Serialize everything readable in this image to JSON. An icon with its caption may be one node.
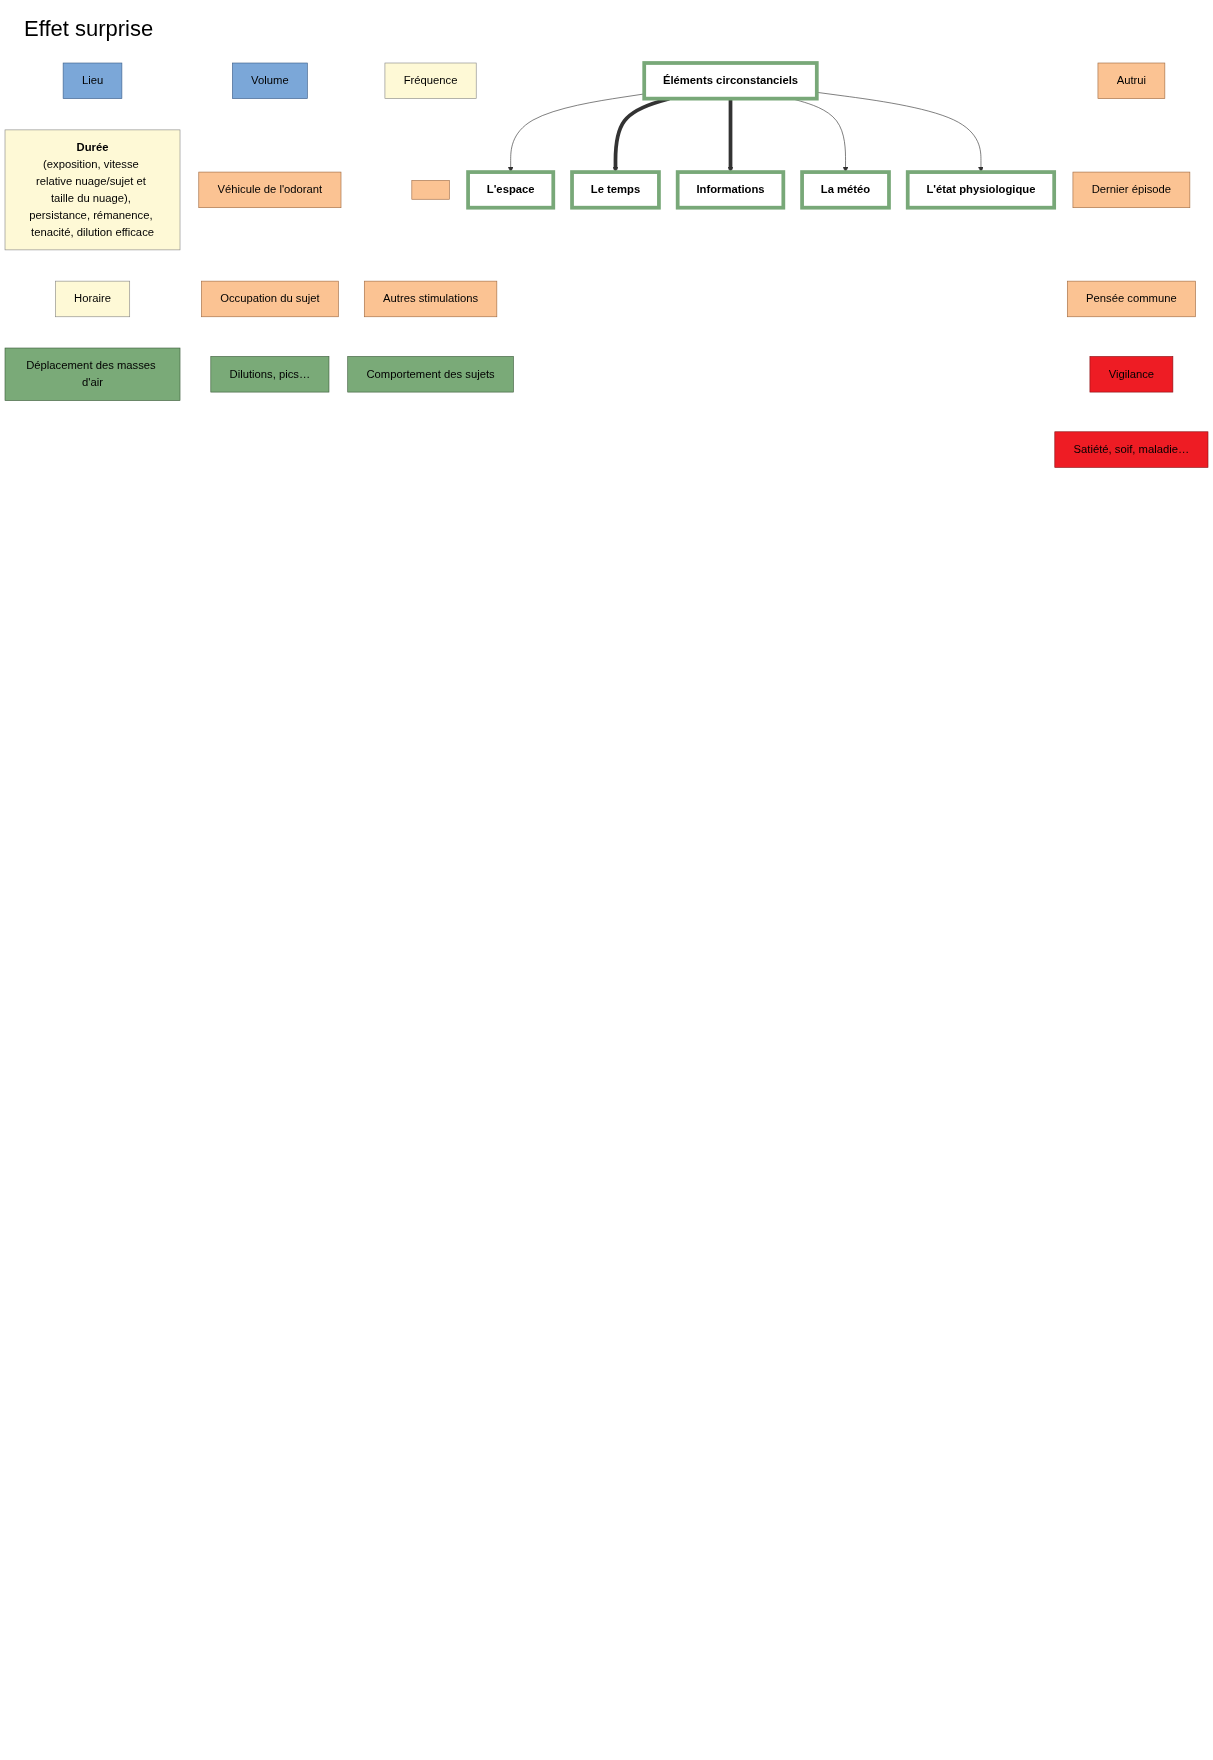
{
  "diagram": {
    "nodes": [
      {
        "text": [
          "Lieu"
        ]
      },
      {
        "text": [
          "Volume"
        ]
      },
      {
        "text": [
          "Durée",
          "(exposition, vitesse relative nuage/sujet et taille du nuage), persistance, rémanence, tenacité, dilution efficace"
        ]
      },
      {
        "text": [
          "L'espace"
        ]
      },
      {
        "text": [
          "Véhicule de l'odorant"
        ]
      },
      {
        "text": [
          "Horaire"
        ]
      },
      {
        "text": [
          "Fréquence"
        ]
      },
      {
        "text": [
          "Occupation du sujet"
        ]
      },
      {
        "text": [],
        "shape": "box"
      },
      {
        "text": [
          "Le temps"
        ]
      },
      {
        "text": [
          "Éléments circonstanciels"
        ]
      },
      {
        "text": [
          "Autres stimulations"
        ]
      },
      {
        "text": [
          "Autrui"
        ]
      },
      {
        "text": [
          "Informations"
        ]
      },
      {
        "text": [
          "Dernier épisode"
        ]
      },
      {
        "text": [
          "Déplacement des masses d'air"
        ]
      },
      {
        "text": [
          "Pensée commune"
        ]
      },
      {
        "text": [
          "Dilutions, pics…"
        ]
      },
      {
        "text": [
          "La météo"
        ]
      },
      {
        "text": [
          "L'état physiologique"
        ]
      },
      {
        "text": [
          "Comportement des sujets"
        ]
      },
      {
        "text": [
          "Vigilance"
        ]
      },
      {
        "text": [
          "Satiété, soif, maladie…"
        ]
      }
    ],
    "edges": [
      {
        "from": 10,
        "to": 3,
        "arrow": "to"
      },
      {
        "from": 10,
        "to": 9,
        "arrow": "to",
        "style": "thick"
      },
      {
        "from": 10,
        "to": 13,
        "arrow": "to",
        "style": "thick"
      },
      {
        "from": 10,
        "to": 18,
        "arrow": "to"
      },
      {
        "from": 10,
        "to": 19,
        "arrow": "to"
      }
    ],
    "labels": [
      "Effet surprise"
    ]
  }
}
